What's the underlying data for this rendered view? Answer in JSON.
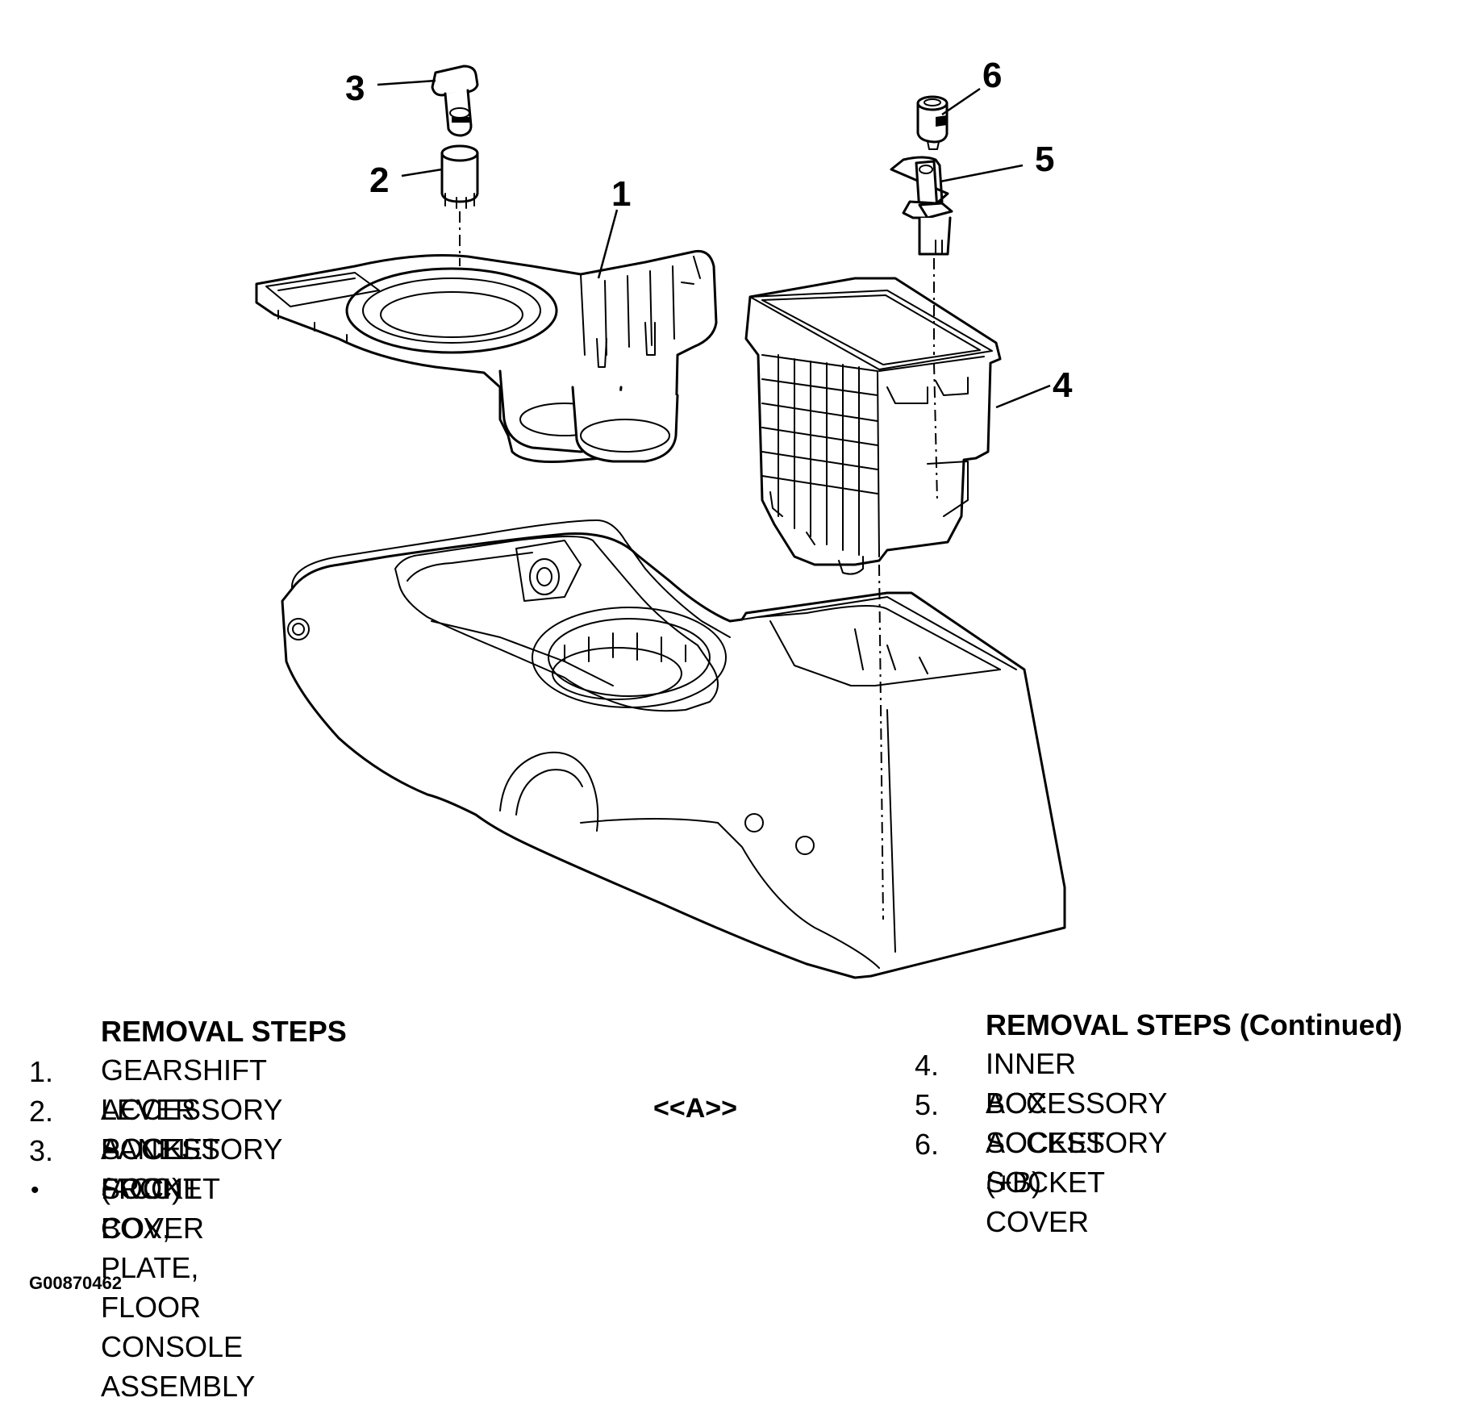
{
  "callouts": [
    {
      "id": "1",
      "label": "1"
    },
    {
      "id": "2",
      "label": "2"
    },
    {
      "id": "3",
      "label": "3"
    },
    {
      "id": "4",
      "label": "4"
    },
    {
      "id": "5",
      "label": "5"
    },
    {
      "id": "6",
      "label": "6"
    }
  ],
  "left_steps": {
    "heading": "REMOVAL STEPS",
    "items": [
      {
        "number": "1.",
        "text": "GEARSHIFT LEVER PANEL"
      },
      {
        "number": "2.",
        "text": "ACCESSORY SOCKET (ACC)"
      },
      {
        "number": "3.",
        "text": "ACCESSORY SOCKET COVER"
      },
      {
        "number": "•",
        "text": "FRONT BOX, PLATE, FLOOR\nCONSOLE ASSEMBLY"
      }
    ]
  },
  "reference_label": "<<A>>",
  "right_steps": {
    "heading": "REMOVAL STEPS (Continued)",
    "items": [
      {
        "number": "4.",
        "text": "INNER BOX"
      },
      {
        "number": "5.",
        "text": "ACCESSORY SOCKET (+B)"
      },
      {
        "number": "6.",
        "text": "ACCESSORY SOCKET COVER"
      }
    ]
  },
  "figure_id": "G00870462"
}
